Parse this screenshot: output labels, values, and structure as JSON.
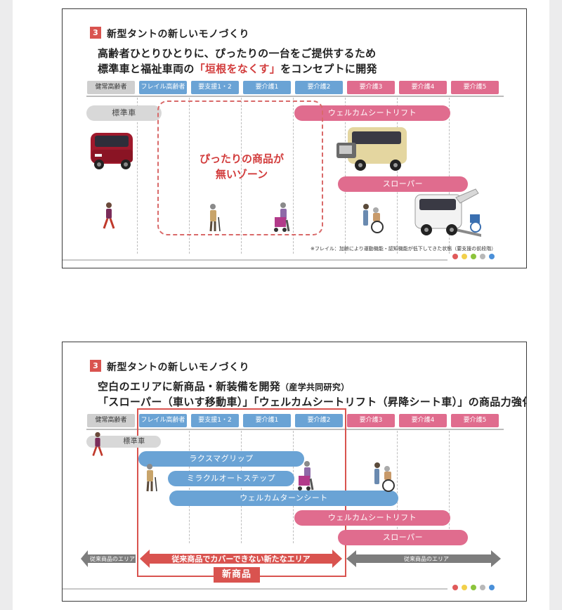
{
  "header": {
    "badge": "3",
    "title": "新型タントの新しいモノづくり"
  },
  "categories": [
    "健常高齢者",
    "フレイル高齢者",
    "要支援1・2",
    "要介護1",
    "要介護2",
    "要介護3",
    "要介護4",
    "要介護5"
  ],
  "slide1": {
    "lead1": "高齢者ひとりひとりに、ぴったりの一台をご提供するため",
    "lead2_pre": "標準車と福祉車両の",
    "lead2_hl": "「垣根をなくす」",
    "lead2_post": "をコンセプトに開発",
    "standard": "標準車",
    "welcab_lift": "ウェルカムシートリフト",
    "slopar": "スローパー",
    "zone_line1": "ぴったりの商品が",
    "zone_line2": "無いゾーン",
    "footnote": "※フレイル：加齢により運動機能・認知機能が低下してきた状態（要支援の前段階）"
  },
  "slide2": {
    "lead1_main": "空白のエリアに新商品・新装備を開発",
    "lead1_sub": "（産学共同研究）",
    "lead2": "「スローパー（車いす移動車）」「ウェルカムシートリフト（昇降シート車）」の商品力強化",
    "standard": "標準車",
    "grip": "ラクスマグリップ",
    "step": "ミラクルオートステップ",
    "turn_seat": "ウェルカムターンシート",
    "welcab_lift": "ウェルカムシートリフト",
    "slopar": "スローパー",
    "left_area": "従来商品のエリア",
    "new_area": "従来商品でカバーできない新たなエリア",
    "right_area": "従来商品のエリア",
    "new_label": "新商品"
  },
  "colors": {
    "accent": "#d9534f",
    "blue": "#6aa3d5",
    "pink": "#e06c8e",
    "dots": [
      "#e05a5a",
      "#f2d04b",
      "#8cc43c",
      "#b8b8b8",
      "#4a90d9"
    ]
  }
}
